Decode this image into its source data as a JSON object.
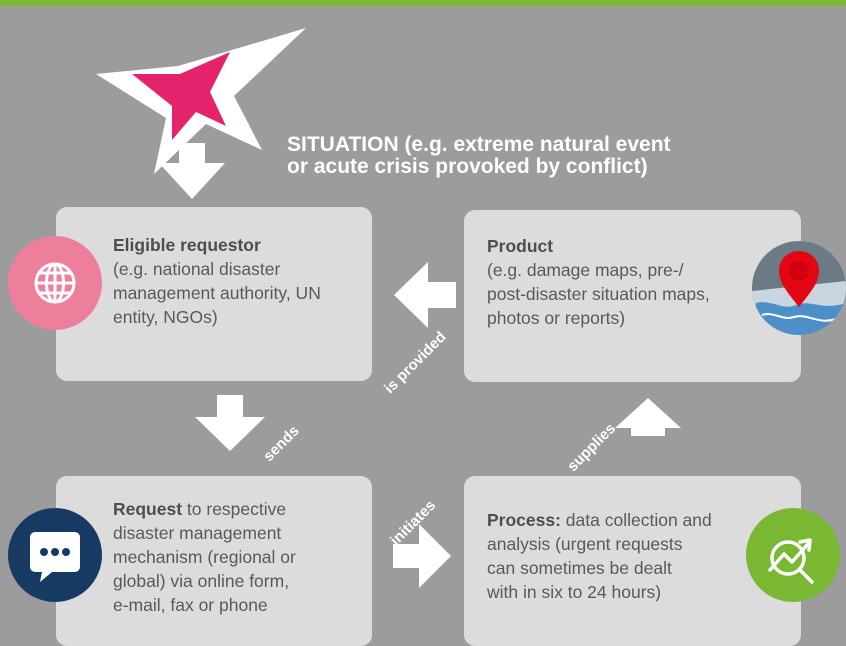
{
  "situation": {
    "line1": "SITUATION (e.g. extreme natural event",
    "line2": "or acute crisis provoked by conflict)"
  },
  "requestor": {
    "title": "Eligible requestor",
    "lines": [
      "(e.g. national disaster",
      "management authority, UN",
      "entity, NGOs)"
    ]
  },
  "product": {
    "title": "Product",
    "lines": [
      "(e.g. damage maps, pre-/",
      "post-disaster situation maps,",
      "photos or reports)"
    ]
  },
  "request": {
    "title": "Request",
    "first_line_rest": " to respective",
    "lines": [
      "disaster management",
      "mechanism (regional or",
      "global) via online form,",
      "e-mail, fax or phone"
    ]
  },
  "process": {
    "title": "Process:",
    "first_line_rest": " data collection and",
    "lines": [
      "analysis (urgent requests",
      "can sometimes be dealt",
      "with in six to 24 hours)"
    ]
  },
  "labels": {
    "is_provided": "is provided",
    "sends": "sends",
    "supplies": "supplies",
    "initiates": "initiates"
  },
  "colors": {
    "background": "#9b9c9b",
    "top_bar": "#7ab733",
    "box": "#dcdcdc",
    "star": "#e5236d",
    "globe_circle": "#ee7f9c",
    "chat_circle": "#163a61",
    "chart_circle": "#7ab733",
    "pin": "#e30613"
  },
  "icons": [
    "star-burst-icon",
    "globe-icon",
    "map-pin-icon",
    "chat-bubble-icon",
    "analytics-search-icon"
  ]
}
